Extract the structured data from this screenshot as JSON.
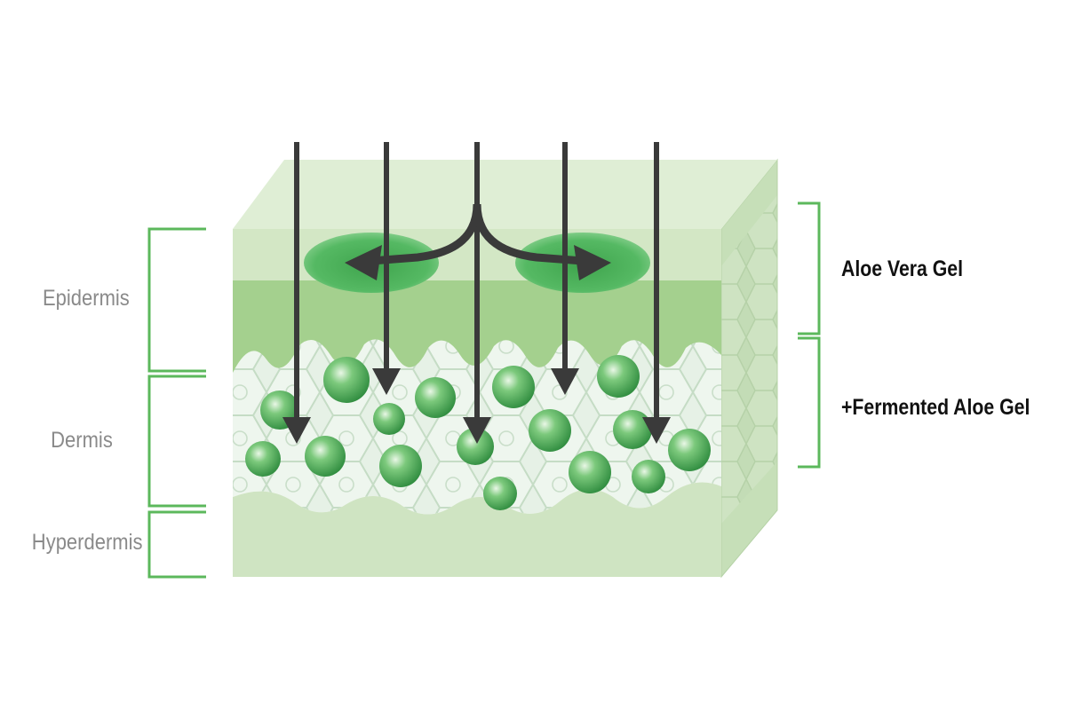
{
  "layer_labels": {
    "epidermis": "Epidermis",
    "dermis": "Dermis",
    "hyperdermis": "Hyperdermis"
  },
  "gel_labels": {
    "aloe_vera_gel": "Aloe Vera Gel",
    "fermented_aloe_gel": "+Fermented Aloe Gel"
  },
  "colors": {
    "bracket": "#5cb85c",
    "arrow": "#3a3a3a",
    "top_face": "#dcead0",
    "front_upper": "#cfe3bf",
    "front_mid": "#9fcd8a",
    "dermis_cells": "#e3efe3",
    "hypodermis": "#cde2c0",
    "side_face": "#b9d6ab",
    "sphere": "#4caf5a",
    "disc": "#5bbd6a"
  }
}
